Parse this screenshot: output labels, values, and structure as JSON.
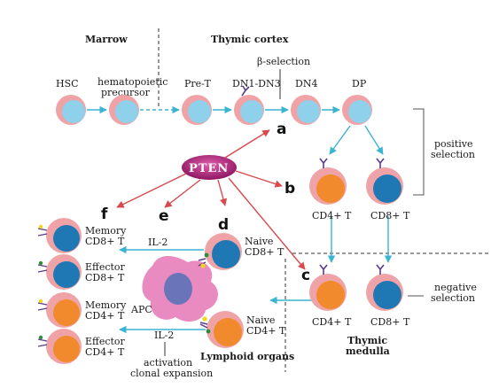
{
  "headers": {
    "marrow": "Marrow",
    "thymic_cortex": "Thymic cortex",
    "thymic_medulla_line1": "Thymic",
    "thymic_medulla_line2": "medulla",
    "lymphoid_organs": "Lymphoid organs"
  },
  "stages": {
    "hsc": "HSC",
    "hemato_line1": "hematopoietic",
    "hemato_line2": "precursor",
    "pre_t": "Pre-T",
    "dn1_dn3": "DN1-DN3",
    "beta_selection": "β-selection",
    "dn4": "DN4",
    "dp": "DP"
  },
  "selection": {
    "positive_line1": "positive",
    "positive_line2": "selection",
    "negative_line1": "negative",
    "negative_line2": "selection"
  },
  "cells": {
    "cd4_t": "CD4+ T",
    "cd8_t": "CD8+ T",
    "naive": "Naive",
    "naive_cd8": "CD8+ T",
    "naive_cd4": "CD4+ T",
    "memory_cd8_line1": "Memory",
    "memory_cd8_line2": "CD8+ T",
    "effector_cd8_line1": "Effector",
    "effector_cd8_line2": "CD8+ T",
    "memory_cd4_line1": "Memory",
    "memory_cd4_line2": "CD4+ T",
    "effector_cd4_line1": "Effector",
    "effector_cd4_line2": "CD4+ T",
    "apc": "APC"
  },
  "signals": {
    "il2_top": "IL-2",
    "il2_bottom": "IL-2",
    "activation": "activation",
    "clonal_expansion": "clonal expansion"
  },
  "pten": "PTEN",
  "letters": {
    "a": "a",
    "b": "b",
    "c": "c",
    "d": "d",
    "e": "e",
    "f": "f"
  },
  "colors": {
    "precursor_core": "#8fd0ea",
    "cell_rim": "#f0a3a7",
    "cd4_core": "#f08a2c",
    "cd8_core": "#1f77b4",
    "arrow_red": "#d9484d",
    "arrow_blue": "#3bb3d3",
    "apc": "#e98bc1",
    "apc_nucleus": "#6a74b8",
    "pten_fill": "#b0207a"
  }
}
